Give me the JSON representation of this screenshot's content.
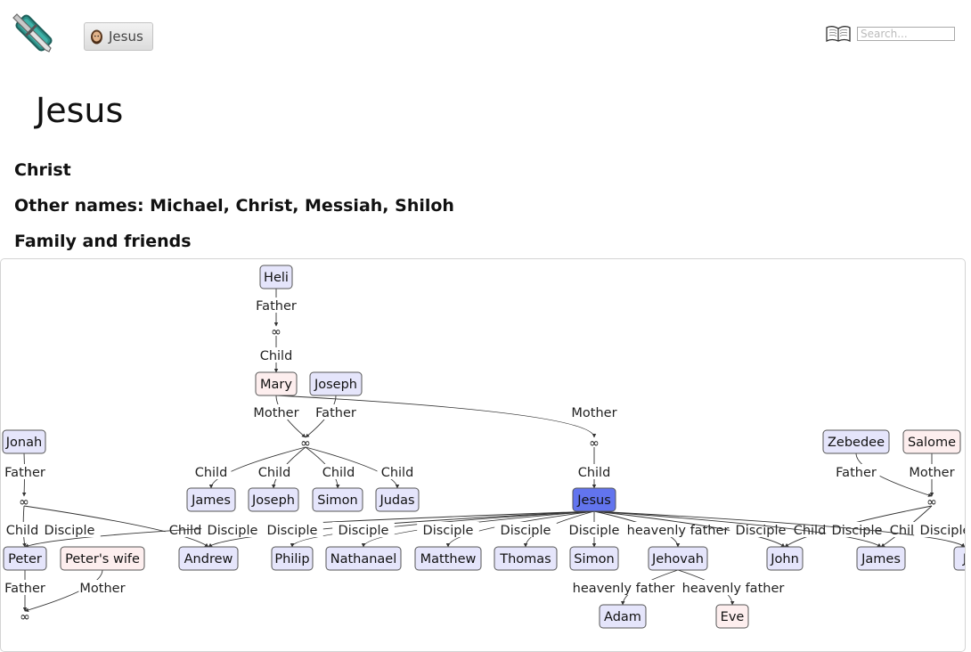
{
  "header": {
    "breadcrumb": "Jesus",
    "search_placeholder": "Search..."
  },
  "page": {
    "title": "Jesus",
    "subtitle": "Christ",
    "other_names": "Other names: Michael, Christ, Messiah, Shiloh",
    "family_heading": "Family and friends"
  },
  "colors": {
    "male_fill": "#e5e5fb",
    "female_fill": "#fdeeee",
    "focus_fill": "#6274ee",
    "node_border": "#555555",
    "edge": "#333333"
  },
  "graph": {
    "nodes": [
      {
        "id": "heli",
        "label": "Heli",
        "kind": "male"
      },
      {
        "id": "mary",
        "label": "Mary",
        "kind": "female"
      },
      {
        "id": "joseph",
        "label": "Joseph",
        "kind": "male"
      },
      {
        "id": "jonah",
        "label": "Jonah",
        "kind": "male"
      },
      {
        "id": "zebedee",
        "label": "Zebedee",
        "kind": "male"
      },
      {
        "id": "salome",
        "label": "Salome",
        "kind": "female"
      },
      {
        "id": "james_b",
        "label": "James",
        "kind": "male"
      },
      {
        "id": "joseph_b",
        "label": "Joseph",
        "kind": "male"
      },
      {
        "id": "simon_b",
        "label": "Simon",
        "kind": "male"
      },
      {
        "id": "judas_b",
        "label": "Judas",
        "kind": "male"
      },
      {
        "id": "jesus",
        "label": "Jesus",
        "kind": "focus"
      },
      {
        "id": "peter",
        "label": "Peter",
        "kind": "male"
      },
      {
        "id": "peters_wife",
        "label": "Peter's wife",
        "kind": "female"
      },
      {
        "id": "andrew",
        "label": "Andrew",
        "kind": "male"
      },
      {
        "id": "philip",
        "label": "Philip",
        "kind": "male"
      },
      {
        "id": "nathanael",
        "label": "Nathanael",
        "kind": "male"
      },
      {
        "id": "matthew",
        "label": "Matthew",
        "kind": "male"
      },
      {
        "id": "thomas",
        "label": "Thomas",
        "kind": "male"
      },
      {
        "id": "simon_d",
        "label": "Simon",
        "kind": "male"
      },
      {
        "id": "jehovah",
        "label": "Jehovah",
        "kind": "male"
      },
      {
        "id": "john",
        "label": "John",
        "kind": "male"
      },
      {
        "id": "james_z",
        "label": "James",
        "kind": "male"
      },
      {
        "id": "cut",
        "label": "J",
        "kind": "male"
      },
      {
        "id": "adam",
        "label": "Adam",
        "kind": "male"
      },
      {
        "id": "eve",
        "label": "Eve",
        "kind": "female"
      }
    ],
    "unions": [
      {
        "id": "u_heli"
      },
      {
        "id": "u_mj"
      },
      {
        "id": "u_mother"
      },
      {
        "id": "u_jonah"
      },
      {
        "id": "u_zeb"
      },
      {
        "id": "u_peter"
      }
    ],
    "edges": [
      {
        "from": "heli",
        "to": "u_heli",
        "label": "Father"
      },
      {
        "from": "u_heli",
        "to": "mary",
        "label": "Child"
      },
      {
        "from": "mary",
        "to": "u_mj",
        "label": "Mother"
      },
      {
        "from": "joseph",
        "to": "u_mj",
        "label": "Father"
      },
      {
        "from": "u_mj",
        "to": "james_b",
        "label": "Child"
      },
      {
        "from": "u_mj",
        "to": "joseph_b",
        "label": "Child"
      },
      {
        "from": "u_mj",
        "to": "simon_b",
        "label": "Child"
      },
      {
        "from": "u_mj",
        "to": "judas_b",
        "label": "Child"
      },
      {
        "from": "mary",
        "to": "u_mother",
        "label": "Mother"
      },
      {
        "from": "u_mother",
        "to": "jesus",
        "label": "Child"
      },
      {
        "from": "jonah",
        "to": "u_jonah",
        "label": "Father"
      },
      {
        "from": "u_jonah",
        "to": "peter",
        "label": "Child"
      },
      {
        "from": "u_jonah",
        "to": "andrew",
        "label": "Child"
      },
      {
        "from": "zebedee",
        "to": "u_zeb",
        "label": "Father"
      },
      {
        "from": "salome",
        "to": "u_zeb",
        "label": "Mother"
      },
      {
        "from": "u_zeb",
        "to": "john",
        "label": "Child"
      },
      {
        "from": "u_zeb",
        "to": "james_z",
        "label": "Child"
      },
      {
        "from": "jesus",
        "to": "peter",
        "label": "Disciple"
      },
      {
        "from": "jesus",
        "to": "andrew",
        "label": "Disciple"
      },
      {
        "from": "jesus",
        "to": "philip",
        "label": "Disciple"
      },
      {
        "from": "jesus",
        "to": "nathanael",
        "label": "Disciple"
      },
      {
        "from": "jesus",
        "to": "matthew",
        "label": "Disciple"
      },
      {
        "from": "jesus",
        "to": "thomas",
        "label": "Disciple"
      },
      {
        "from": "jesus",
        "to": "simon_d",
        "label": "Disciple"
      },
      {
        "from": "jesus",
        "to": "jehovah",
        "label": "heavenly father"
      },
      {
        "from": "jesus",
        "to": "john",
        "label": "Disciple"
      },
      {
        "from": "jesus",
        "to": "james_z",
        "label": "Disciple"
      },
      {
        "from": "jesus",
        "to": "cut",
        "label": "Disciple"
      },
      {
        "from": "jehovah",
        "to": "adam",
        "label": "heavenly father"
      },
      {
        "from": "jehovah",
        "to": "eve",
        "label": "heavenly father"
      },
      {
        "from": "peter",
        "to": "u_peter",
        "label": "Father"
      },
      {
        "from": "peters_wife",
        "to": "u_peter",
        "label": "Mother"
      }
    ]
  }
}
